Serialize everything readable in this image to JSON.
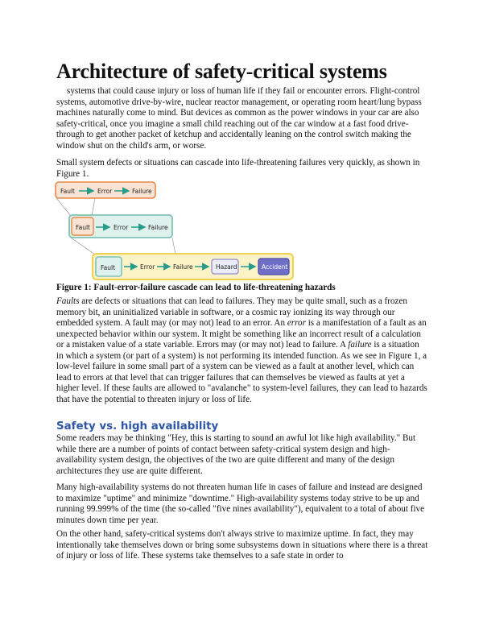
{
  "title": "Architecture of safety-critical systems",
  "para1": "systems that could cause injury or loss of human life if they fail or encounter errors. Flight-control systems, automotive drive-by-wire, nuclear reactor management, or operating room heart/lung bypass machines naturally come to mind. But devices as common as the power windows in your car are also safety-critical, once you imagine a small child reaching out of the car window at a fast food drive-through to get another packet of ketchup and accidentally leaning on the control switch making the window shut on the child's arm, or worse.",
  "para2": "Small system defects or situations can cascade into life-threatening failures very quickly, as shown in Figure 1.",
  "figure": {
    "row1": [
      "Fault",
      "Error",
      "Failure"
    ],
    "row2": [
      "Fault",
      "Error",
      "Failure"
    ],
    "row3": [
      "Fault",
      "Error",
      "Failure",
      "Hazard",
      "Accident"
    ],
    "colors": {
      "orange": "#e8894a",
      "teal": "#7fc3b6",
      "yellow": "#ecd24f",
      "arrow": "#2a9a8c",
      "hazard": "#8f8fcf",
      "accident": "#6f6fc8"
    }
  },
  "caption": "Figure 1: Fault-error-failure cascade can lead to life-threatening hazards",
  "para3": {
    "t1": "Faults",
    "t2": " are defects or situations that can lead to failures. They may be quite small, such as a frozen memory bit, an uninitialized variable in software, or a cosmic ray ionizing its way through our embedded system. A fault may (or may not) lead to an error. An ",
    "t3": "error",
    "t4": " is a manifestation of a fault as an unexpected behavior within our system. It might be something like an incorrect result of a calculation or a mistaken value of a state variable. Errors may (or may not) lead to failure. A ",
    "t5": "failure",
    "t6": " is a situation in which a system (or part of a system) is not performing its intended function. As we see in Figure 1, a low-level failure in some small part of a system can be viewed as a fault at another level, which can lead to errors at that level that can trigger failures that can themselves be viewed as faults at yet a higher level. If these faults are allowed to \"avalanche\" to system-level failures, they can lead to hazards that have the potential to threaten injury or loss of life."
  },
  "heading2": "Safety vs. high availability",
  "para4": "Some readers may be thinking \"Hey, this is starting to sound an awful lot like high availability.\" But while there are a number of points of contact between safety-critical system design and high-availability system design, the objectives of the two are quite different and many of the design architectures they use are quite different.",
  "para5": "Many high-availability systems do not threaten human life in cases of failure and instead are designed to maximize \"uptime\" and minimize \"downtime.\" High-availability systems today strive to be up and running 99.999% of the time (the so-called \"five nines availability\"), equivalent to a total of about five minutes down time per year.",
  "para6": "On the other hand, safety-critical systems don't always strive to maximize uptime. In fact, they may intentionally take themselves down or bring some subsystems down in situations where there is a threat of injury or loss of life. These systems take themselves to a safe state in order to"
}
